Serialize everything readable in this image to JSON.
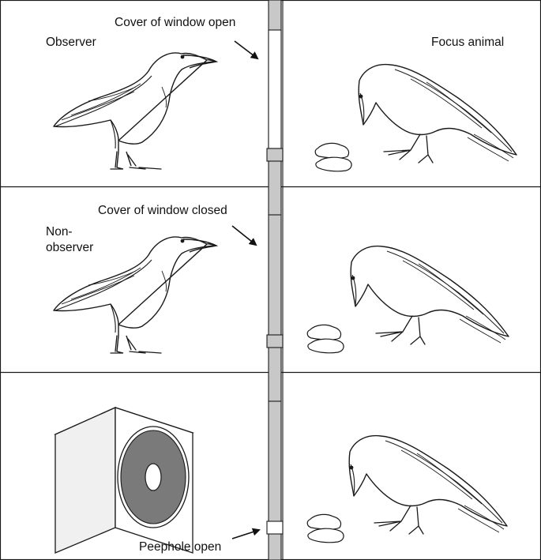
{
  "panels": [
    {
      "id": "observer",
      "left_label": "Observer",
      "window_label": "Cover of window open",
      "right_label": "Focus animal",
      "window_state": "open"
    },
    {
      "id": "non-observer",
      "left_label": "Non-\nobserver",
      "window_label": "Cover of window closed",
      "window_state": "closed"
    },
    {
      "id": "peephole",
      "window_label": "Peephole open",
      "window_state": "peephole"
    }
  ],
  "colors": {
    "line": "#1a1a1a",
    "wall": "#c8c8c8",
    "box_side": "#f0f0f0",
    "box_ring": "#7a7a7a",
    "background": "#ffffff"
  }
}
